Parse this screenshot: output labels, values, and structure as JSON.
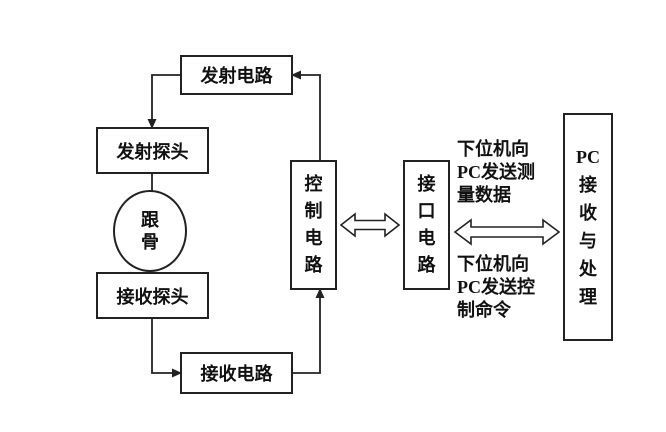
{
  "diagram": {
    "boxes": {
      "transmit_circuit": "发射电路",
      "transmit_probe": "发射探头",
      "calcaneus": "跟\n骨",
      "receive_probe": "接收探头",
      "receive_circuit": "接收电路",
      "control_circuit": "控\n制\n电\n路",
      "interface_circuit": "接\n口\n电\n路",
      "pc_processing": "PC\n接\n收\n与\n处\n理"
    },
    "labels": {
      "measurement": "下位机向\nPC发送测\n量数据",
      "command": "下位机向\nPC发送控\n制命令"
    },
    "colors": {
      "line": "#222222",
      "background": "#ffffff",
      "text": "#111111"
    }
  }
}
